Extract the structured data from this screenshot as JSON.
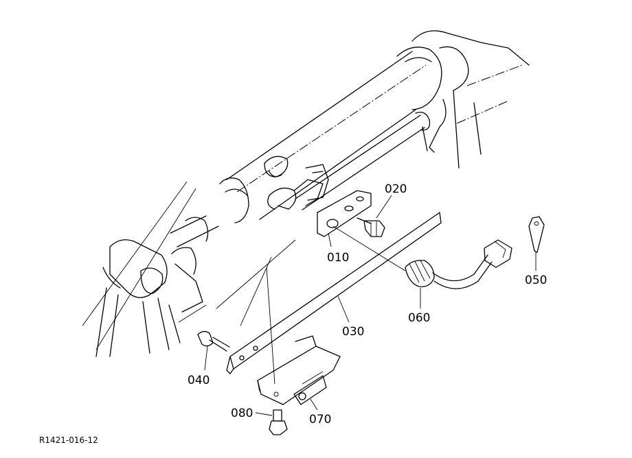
{
  "diagram": {
    "labels": [
      {
        "id": "p010",
        "text": "010"
      },
      {
        "id": "p020",
        "text": "020"
      },
      {
        "id": "p030",
        "text": "030"
      },
      {
        "id": "p040",
        "text": "040"
      },
      {
        "id": "p050",
        "text": "050"
      },
      {
        "id": "p060",
        "text": "060"
      },
      {
        "id": "p070",
        "text": "070"
      },
      {
        "id": "p080",
        "text": "080"
      }
    ],
    "reference_code": "R1421-016-12"
  }
}
